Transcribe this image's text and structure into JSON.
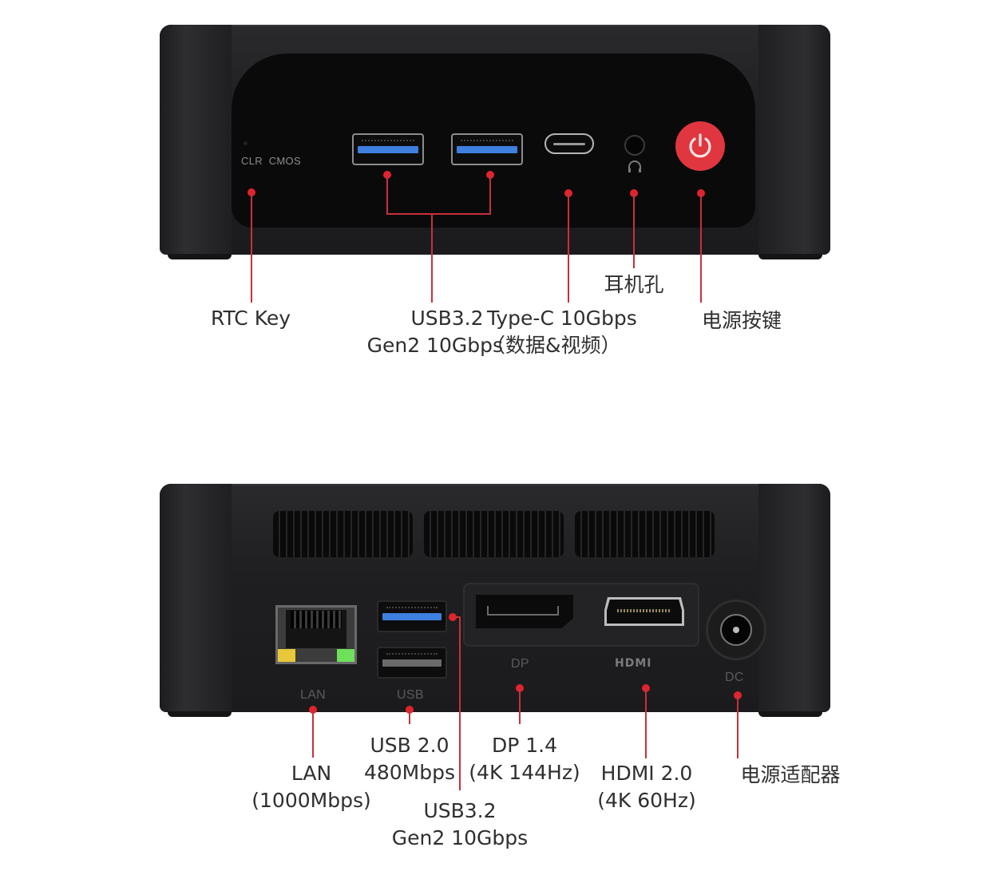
{
  "front_view": {
    "panel_markings": {
      "clr_cmos": "CLR  CMOS"
    },
    "callouts": [
      {
        "id": "rtc-key",
        "lines": [
          "RTC Key"
        ]
      },
      {
        "id": "usb32-front",
        "lines": [
          "USB3.2",
          "Gen2 10Gbps"
        ]
      },
      {
        "id": "type-c",
        "lines": [
          "Type-C 10Gbps",
          "（数据&视频）"
        ]
      },
      {
        "id": "headphone-jack",
        "lines": [
          "耳机孔"
        ]
      },
      {
        "id": "power-button",
        "lines": [
          "电源按键"
        ]
      }
    ]
  },
  "rear_view": {
    "panel_markings": {
      "lan": "LAN",
      "usb": "USB",
      "dp": "DP",
      "hdmi": "HDMI",
      "dc": "DC"
    },
    "callouts": [
      {
        "id": "lan",
        "lines": [
          "LAN",
          "(1000Mbps)"
        ]
      },
      {
        "id": "usb20",
        "lines": [
          "USB 2.0",
          "480Mbps"
        ]
      },
      {
        "id": "usb32-rear",
        "lines": [
          "USB3.2",
          "Gen2 10Gbps"
        ]
      },
      {
        "id": "dp",
        "lines": [
          "DP 1.4",
          "(4K 144Hz)"
        ]
      },
      {
        "id": "hdmi",
        "lines": [
          "HDMI 2.0",
          "(4K 60Hz)"
        ]
      },
      {
        "id": "dc-power",
        "lines": [
          "电源适配器"
        ]
      }
    ]
  },
  "colors": {
    "callout_red": "#e1232e",
    "power_button_red": "#e0363f",
    "usb3_blue": "#3f7fe0",
    "device_body": "#1f1f21",
    "lan_led_yellow": "#e8c83a",
    "lan_led_green": "#6fe05a"
  }
}
